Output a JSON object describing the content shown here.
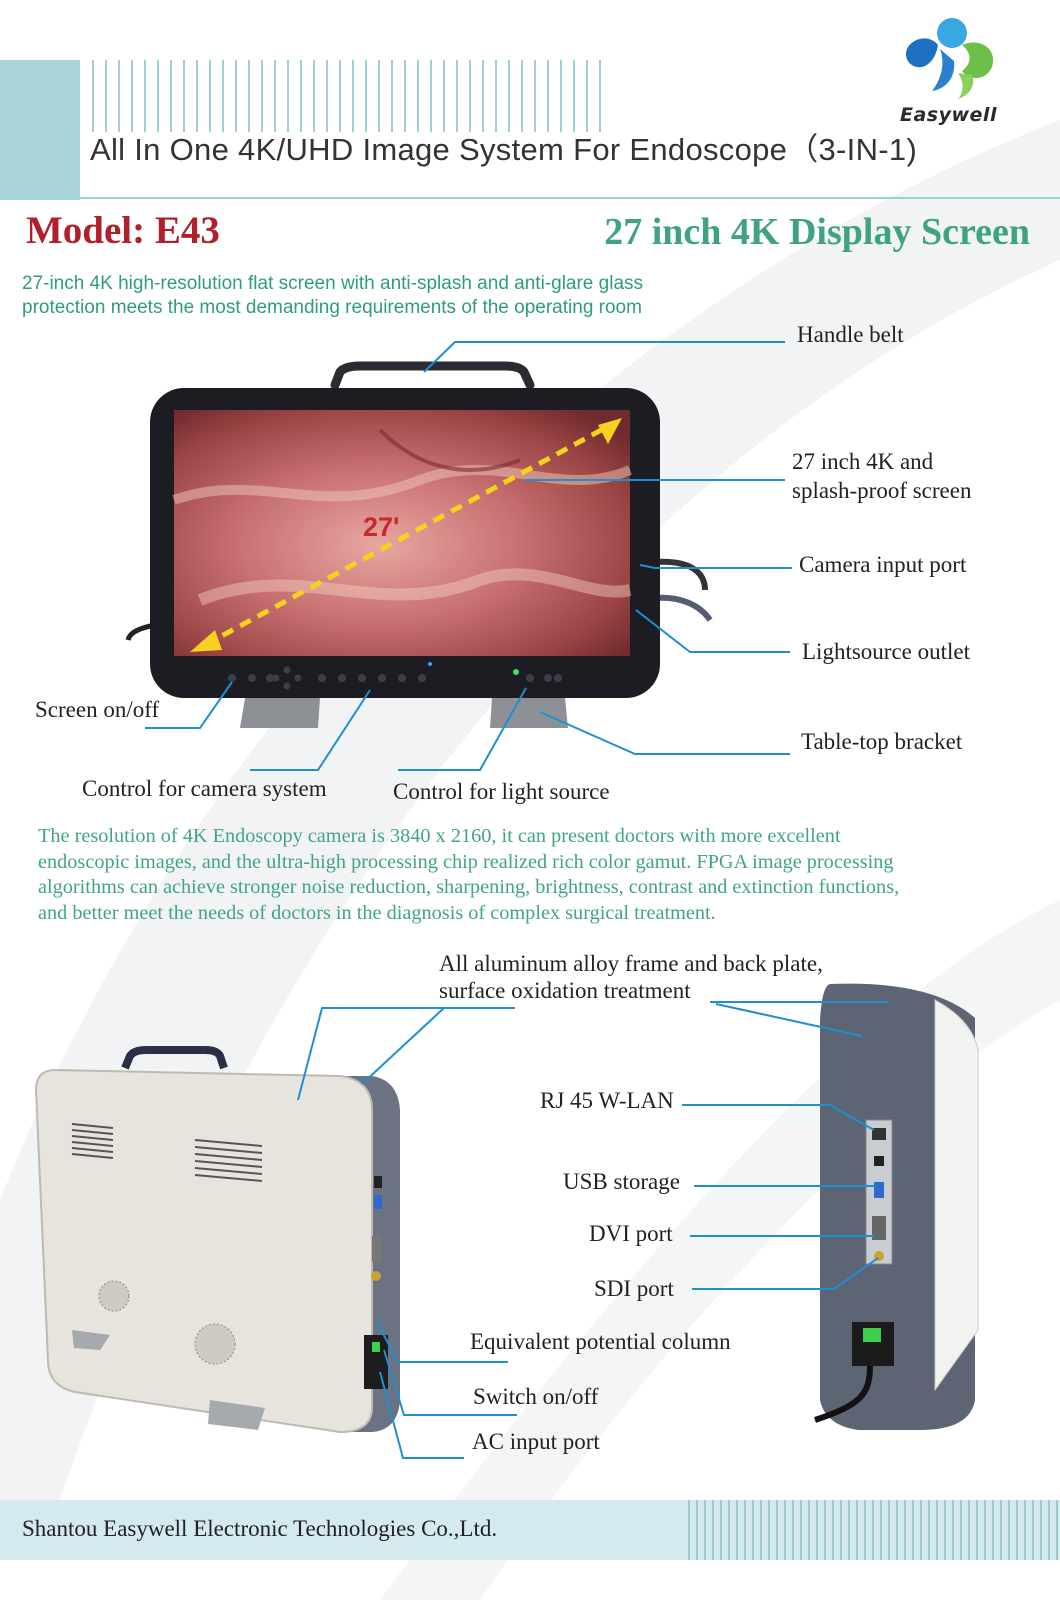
{
  "header": {
    "title": "All In One 4K/UHD Image System For Endoscope（3-IN-1)"
  },
  "brand": {
    "name": "Easywell"
  },
  "model": {
    "label": "Model: E43"
  },
  "product": {
    "headline": "27 inch 4K Display Screen",
    "subhead_line1": "27-inch 4K high-resolution flat screen with anti-splash and anti-glare glass",
    "subhead_line2": "protection meets the most demanding requirements of the operating room",
    "diagonal_label": "27'"
  },
  "front_callouts": {
    "handle_belt": "Handle belt",
    "screen_line1": "27 inch 4K and",
    "screen_line2": "splash-proof screen",
    "camera_input": "Camera input port",
    "lightsource_outlet": "Lightsource outlet",
    "table_bracket": "Table-top bracket",
    "screen_onoff": "Screen on/off",
    "camera_control": "Control for camera system",
    "light_control": "Control for light source"
  },
  "description": {
    "line1": "The resolution of 4K Endoscopy camera is 3840 x 2160, it can present doctors with more excellent",
    "line2": "endoscopic images, and the ultra-high processing chip realized rich color gamut. FPGA image processing",
    "line3": "algorithms can achieve stronger noise reduction, sharpening, brightness, contrast and extinction functions,",
    "line4": "and better meet the needs of doctors in the diagnosis of complex surgical treatment."
  },
  "rear_callouts": {
    "frame_line1": "All aluminum alloy frame and back plate,",
    "frame_line2": "surface oxidation treatment",
    "rj45": "RJ 45 W-LAN",
    "usb": "USB storage",
    "dvi": "DVI port",
    "sdi": "SDI port",
    "equipotential": "Equivalent potential column",
    "switch": "Switch on/off",
    "ac_input": "AC input port"
  },
  "footer": {
    "company": "Shantou Easywell Electronic Technologies Co.,Ltd."
  },
  "colors": {
    "accent_teal": "#3fa37e",
    "model_red": "#b0202a",
    "callout_line": "#1f8fd0",
    "header_bar": "#a9d4d8"
  }
}
